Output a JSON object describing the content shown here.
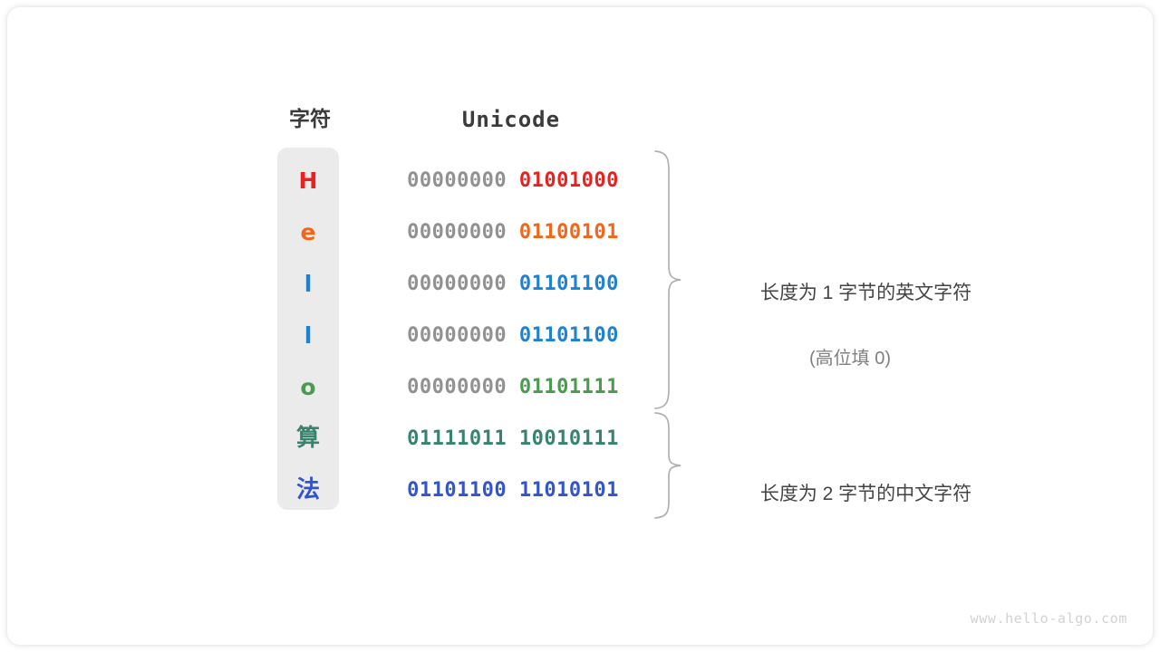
{
  "figure": {
    "headers": {
      "char": "字符",
      "unicode": "Unicode"
    },
    "rows": [
      {
        "char": "H",
        "char_color": "#e8231f",
        "pad": "00000000 ",
        "code": "01001000",
        "code_color": "#e8231f",
        "cjk": false
      },
      {
        "char": "e",
        "char_color": "#f2661a",
        "pad": "00000000 ",
        "code": "01100101",
        "code_color": "#f2661a",
        "cjk": false
      },
      {
        "char": "l",
        "char_color": "#1f82d0",
        "pad": "00000000 ",
        "code": "01101100",
        "code_color": "#1f82d0",
        "cjk": false
      },
      {
        "char": "l",
        "char_color": "#1f82d0",
        "pad": "00000000 ",
        "code": "01101100",
        "code_color": "#1f82d0",
        "cjk": false
      },
      {
        "char": "o",
        "char_color": "#4a9a4f",
        "pad": "00000000 ",
        "code": "01101111",
        "code_color": "#4a9a4f",
        "cjk": false
      },
      {
        "char": "算",
        "char_color": "#38836e",
        "pad": "",
        "code": "01111011 10010111",
        "code_color": "#38836e",
        "cjk": true
      },
      {
        "char": "法",
        "char_color": "#3355cc",
        "pad": "",
        "code": "01101100 11010101",
        "code_color": "#3355cc",
        "cjk": true
      }
    ],
    "annotations": {
      "group1_main": "长度为 1 字节的英文字符",
      "group1_sub": "(高位填 0)",
      "group2_main": "长度为 2 字节的中文字符"
    },
    "watermark": "www.hello-algo.com",
    "colors": {
      "char_panel": "#ebebeb",
      "pad_byte": "#919191",
      "brace": "#b0b0b0",
      "annotation_text": "#444444",
      "annotation_sub_text": "#808080",
      "watermark": "#d2d2d2"
    }
  }
}
